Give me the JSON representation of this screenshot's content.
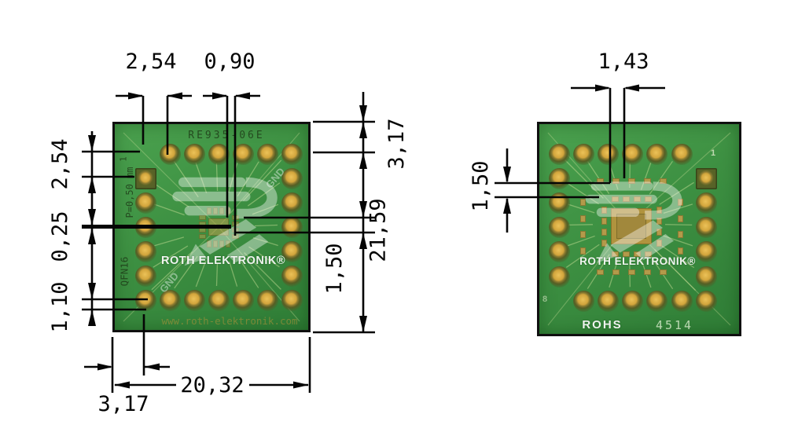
{
  "meta": {
    "background_color": "#ffffff",
    "board_green": "#3d9042",
    "pad_gold": "#d2a53c",
    "dimension_color": "#000000",
    "decimal_style": "comma"
  },
  "left_board": {
    "view": "front",
    "part_number": "RE935-06E",
    "pin1_label": "1",
    "pitch_label": "P=0,50 mm",
    "package_label": "QFN16",
    "gnd_top": "GND",
    "gnd_bottom": "GND",
    "brand": "ROTH ELEKTRONIK®",
    "url": "www.roth-elektronik.com",
    "dimensions": {
      "top_pitch": "2,54",
      "top_pad": "0,90",
      "right_edge_offset": "3,17",
      "right_height": "21,59",
      "right_inner": "1,50",
      "left_pitch": "2,54",
      "left_trace": "0,25",
      "left_hole": "1,10",
      "bottom_width": "20,32",
      "bottom_edge_offset": "3,17"
    }
  },
  "right_board": {
    "view": "back",
    "pin1_label": "1",
    "pin8_label": "8",
    "brand": "ROTH ELEKTRONIK®",
    "rohs_label": "ROHS",
    "date_code": "4514",
    "dimensions": {
      "top_pad": "1,43",
      "left_pad": "1,50"
    }
  }
}
